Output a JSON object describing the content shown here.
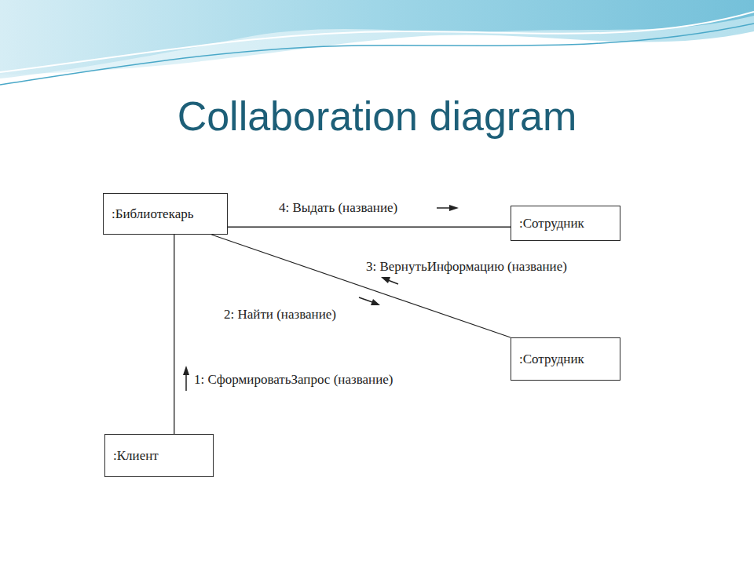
{
  "diagram": {
    "title": "Collaboration diagram",
    "nodes": [
      {
        "text": [
          ":Библиотекарь"
        ]
      },
      {
        "text": [
          ":Сотрудник"
        ]
      },
      {
        "text": [
          ":Сотрудник"
        ]
      },
      {
        "text": [
          ":Клиент"
        ]
      }
    ],
    "edges": [
      {
        "from": 0,
        "to": 1,
        "arrow": "none"
      },
      {
        "from": 0,
        "to": 2,
        "arrow": "none"
      },
      {
        "from": 3,
        "to": 0,
        "arrow": "none"
      }
    ],
    "labels": [
      "4: Выдать (название)",
      "3: ВернутьИнформацию (название)",
      "2: Найти (название)",
      "1: СформироватьЗапрос (название)"
    ]
  }
}
